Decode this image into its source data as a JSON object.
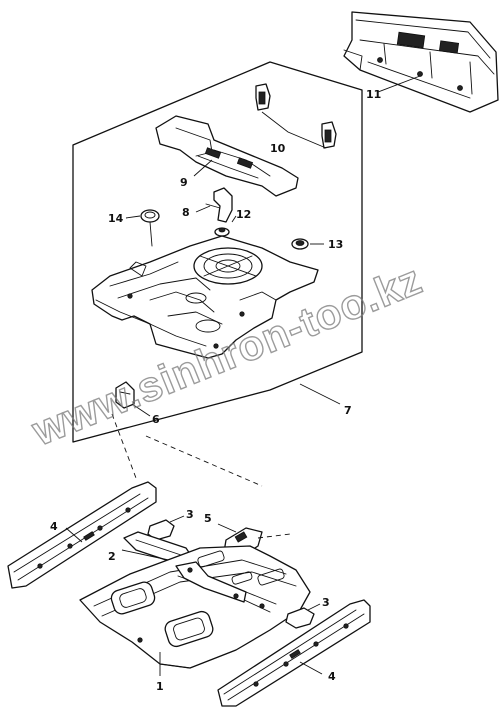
{
  "watermark": "www.sinhron-too.kz",
  "callouts": {
    "c1": "1",
    "c2": "2",
    "c3a": "3",
    "c3b": "3",
    "c4a": "4",
    "c4b": "4",
    "c5": "5",
    "c6": "6",
    "c7": "7",
    "c8": "8",
    "c9": "9",
    "c10": "10",
    "c11": "11",
    "c12": "12",
    "c13": "13",
    "c14": "14"
  }
}
